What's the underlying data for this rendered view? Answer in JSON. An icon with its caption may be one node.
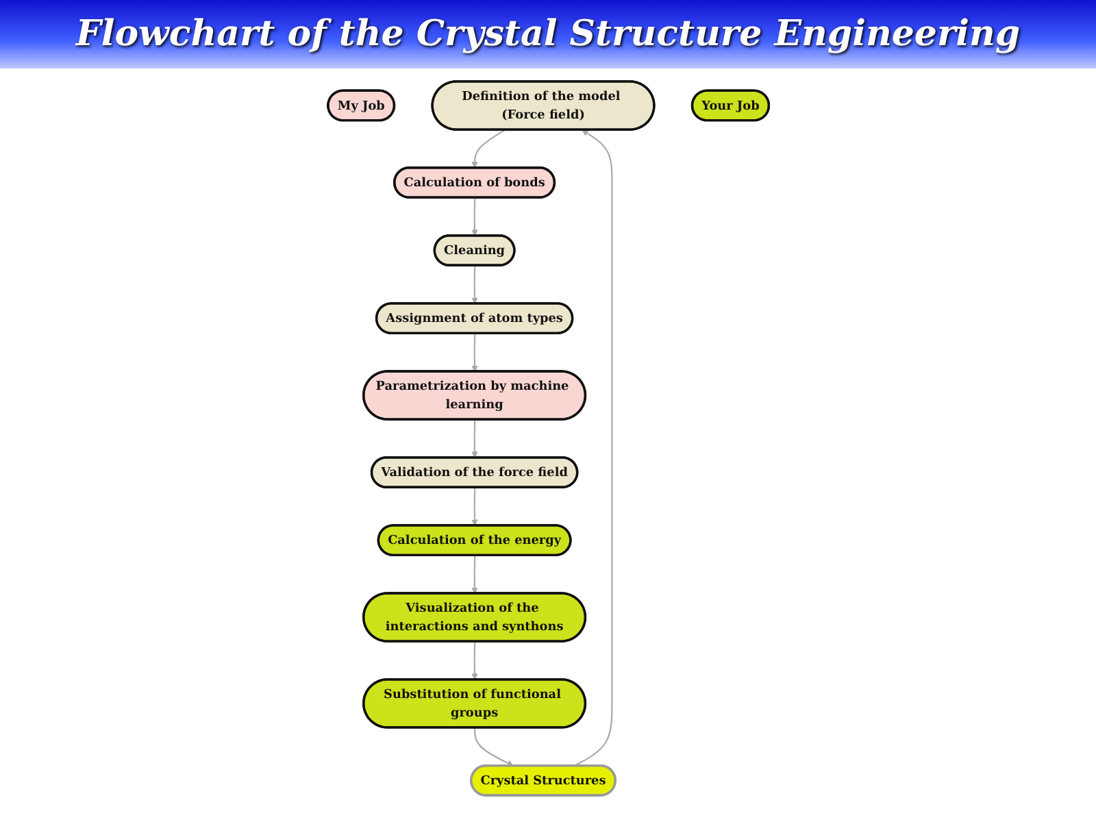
{
  "diagram": {
    "title": "Flowchart of the Crystal Structure Engineering",
    "nodes": [
      {
        "text": [
          "My Job"
        ]
      },
      {
        "text": [
          "Definition of the model (Force field)"
        ]
      },
      {
        "text": [
          "Calculation of bonds"
        ]
      },
      {
        "text": [
          "Cleaning"
        ]
      },
      {
        "text": [
          "Assignment of atom types"
        ]
      },
      {
        "text": [
          "Parametrization by machine learning"
        ]
      },
      {
        "text": [
          "Validation of the force field"
        ]
      },
      {
        "text": [
          "Your Job"
        ]
      },
      {
        "text": [
          "Crystal Structures"
        ]
      },
      {
        "text": [
          "Substitution of functional groups"
        ]
      },
      {
        "text": [
          "Visualization of the interactions and synthons"
        ]
      },
      {
        "text": [
          "Calculation of the energy"
        ]
      }
    ],
    "edges": [
      {
        "from": 1,
        "to": 2,
        "arrow": "to"
      },
      {
        "from": 2,
        "to": 3,
        "arrow": "to"
      },
      {
        "from": 3,
        "to": 4,
        "arrow": "to"
      },
      {
        "from": 4,
        "to": 5,
        "arrow": "to"
      },
      {
        "from": 5,
        "to": 6,
        "arrow": "to"
      },
      {
        "from": 6,
        "to": 11,
        "arrow": "to"
      },
      {
        "from": 11,
        "to": 10,
        "arrow": "to"
      },
      {
        "from": 10,
        "to": 9,
        "arrow": "to"
      },
      {
        "from": 9,
        "to": 8,
        "arrow": "to"
      },
      {
        "from": 8,
        "to": 1,
        "arrow": "to"
      }
    ]
  }
}
